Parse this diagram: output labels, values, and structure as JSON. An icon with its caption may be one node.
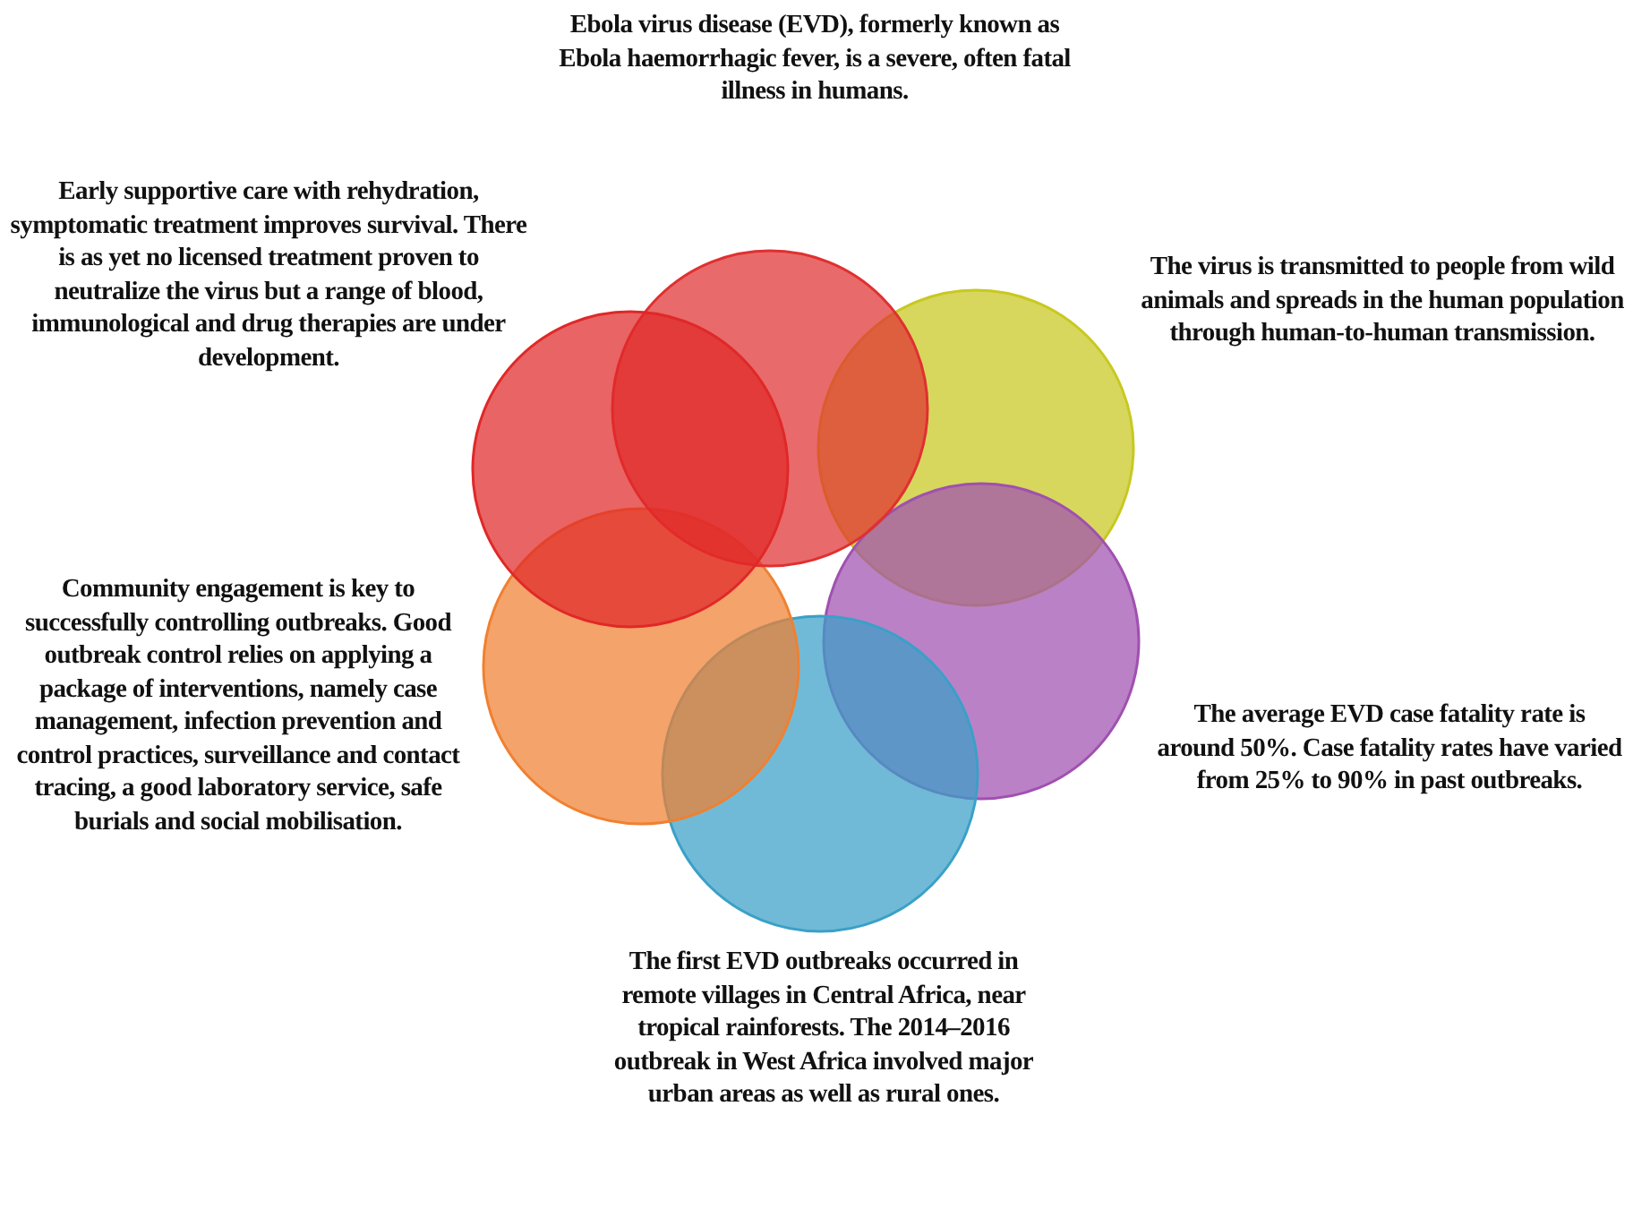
{
  "diagram": {
    "labels": [
      "Ebola virus disease (EVD), formerly known as Ebola haemorrhagic fever, is a severe, often fatal illness in humans.",
      "Early supportive care with rehydration, symptomatic treatment improves survival. There is as yet no licensed treatment proven to neutralize the virus but a range of blood, immunological and drug therapies are under development.",
      "The virus is transmitted to people from wild animals and spreads in the human population through human-to-human transmission.",
      "Community engagement is key to successfully controlling outbreaks. Good outbreak control relies on applying a package of interventions, namely case management, infection prevention and control practices, surveillance and contact tracing, a good laboratory service, safe burials and social mobilisation.",
      "The average EVD case fatality rate is around 50%. Case fatality rates have varied from 25% to 90% in past outbreaks.",
      "The first EVD outbreaks occurred in remote villages in Central Africa, near tropical rainforests. The 2014–2016 outbreak in West Africa involved major urban areas as well as rural ones."
    ]
  }
}
